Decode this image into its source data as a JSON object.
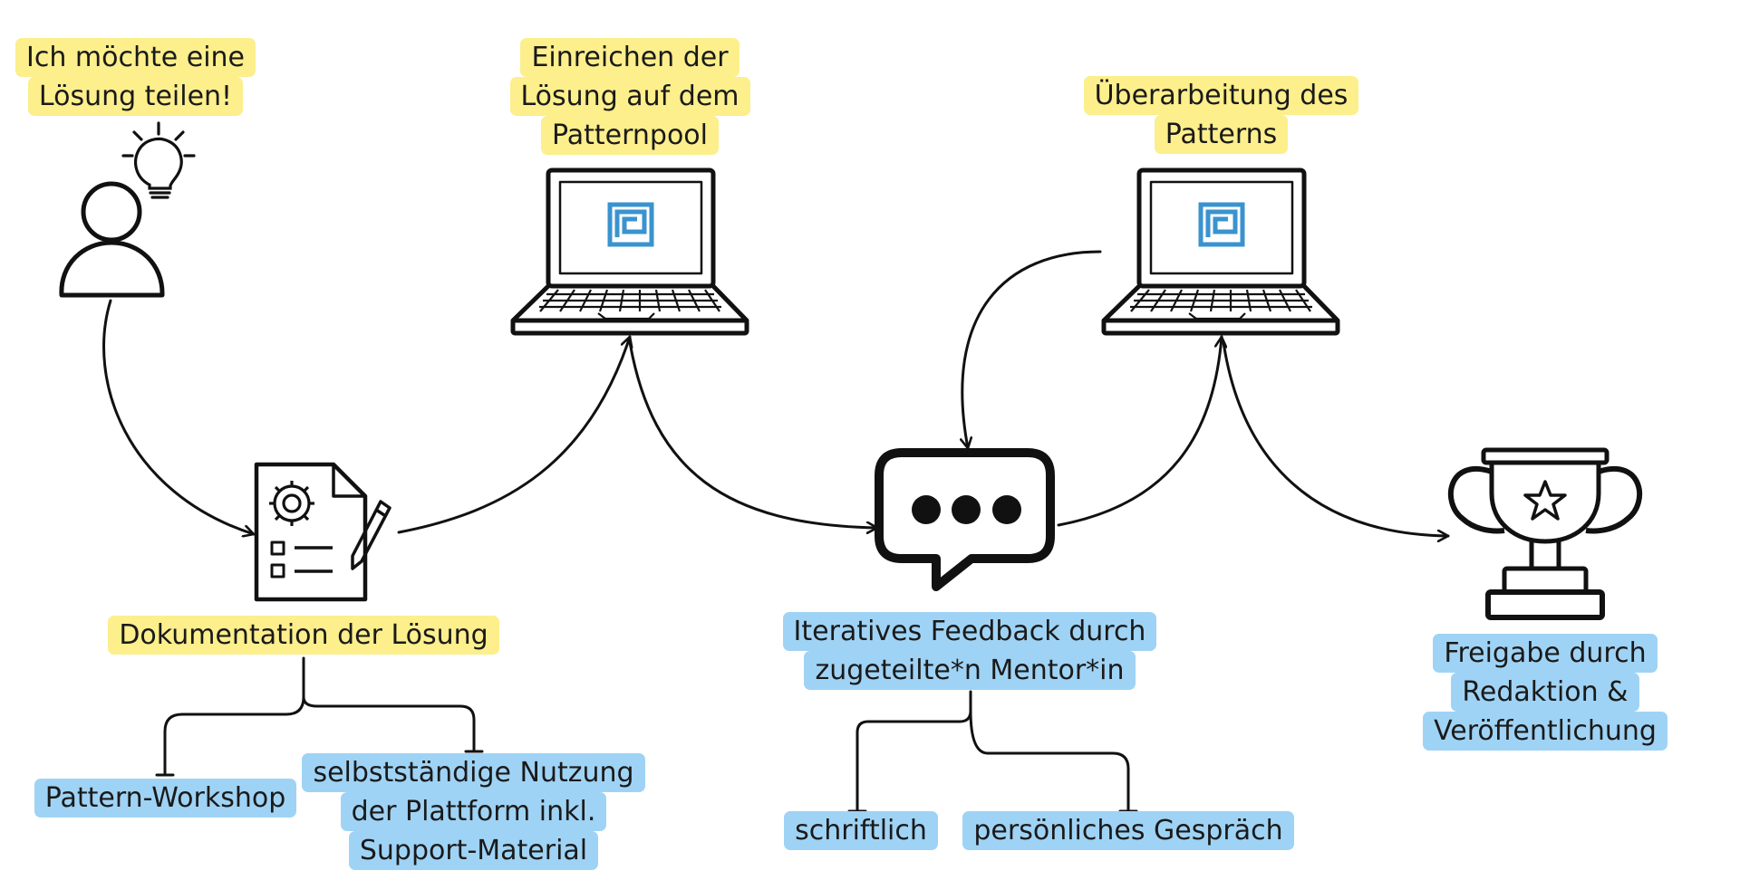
{
  "colors": {
    "label_yellow": "#fcef8c",
    "label_blue": "#9fd3f5",
    "stroke": "#111111",
    "logo_blue": "#3a93cf"
  },
  "icons": [
    "person-icon",
    "lightbulb-icon",
    "laptop-icon",
    "document-icon",
    "gear-icon",
    "pencil-icon",
    "chat-bubble-icon",
    "trophy-icon",
    "star-icon",
    "patternpool-logo-icon"
  ],
  "steps": {
    "share": {
      "line1": "Ich möchte eine",
      "line2": "Lösung teilen!"
    },
    "submit": {
      "line1": "Einreichen der",
      "line2": "Lösung auf dem",
      "line3": "Patternpool"
    },
    "revise": {
      "line1": "Überarbeitung des",
      "line2": "Patterns"
    },
    "document": {
      "line1": "Dokumentation der Lösung"
    },
    "feedback": {
      "line1": "Iteratives Feedback durch",
      "line2": "zugeteilte*n Mentor*in"
    },
    "release": {
      "line1": "Freigabe durch",
      "line2": "Redaktion &",
      "line3": "Veröffentlichung"
    }
  },
  "options": {
    "workshop": {
      "line1": "Pattern-Workshop"
    },
    "selfservice": {
      "line1": "selbstständige Nutzung",
      "line2": "der Plattform inkl.",
      "line3": "Support-Material"
    },
    "written": {
      "line1": "schriftlich"
    },
    "talk": {
      "line1": "persönliches Gespräch"
    }
  }
}
